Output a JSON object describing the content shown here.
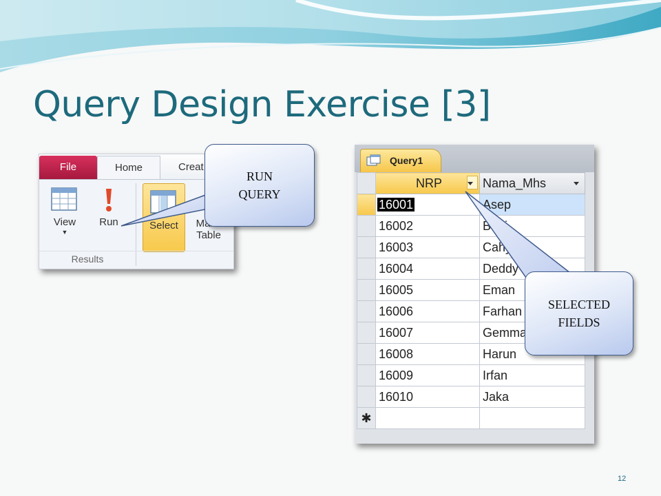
{
  "slide": {
    "title": "Query Design Exercise [3]",
    "page_number": "12"
  },
  "ribbon": {
    "tabs": {
      "file": "File",
      "home": "Home",
      "create": "Creat"
    },
    "buttons": {
      "view": "View",
      "run": "Run",
      "select": "Select",
      "make_line1": "Make",
      "make_line2": "Table"
    },
    "group_label": "Results"
  },
  "callouts": {
    "run_query": "RUN\nQUERY",
    "selected_fields": "SELECTED\nFIELDS"
  },
  "datasheet": {
    "tab_label": "Query1",
    "columns": [
      "NRP",
      "Nama_Mhs"
    ],
    "rows": [
      [
        "16001",
        "Asep"
      ],
      [
        "16002",
        "Budi"
      ],
      [
        "16003",
        "Cahyadi"
      ],
      [
        "16004",
        "Deddy"
      ],
      [
        "16005",
        "Eman"
      ],
      [
        "16006",
        "Farhan"
      ],
      [
        "16007",
        "Gemma"
      ],
      [
        "16008",
        "Harun"
      ],
      [
        "16009",
        "Irfan"
      ],
      [
        "16010",
        "Jaka"
      ]
    ],
    "new_record_marker": "✱"
  },
  "colors": {
    "title": "#1d6a7c",
    "file_tab": "#c3234e",
    "highlight": "#f8c94b",
    "selected_cell": "#cde3fb"
  }
}
